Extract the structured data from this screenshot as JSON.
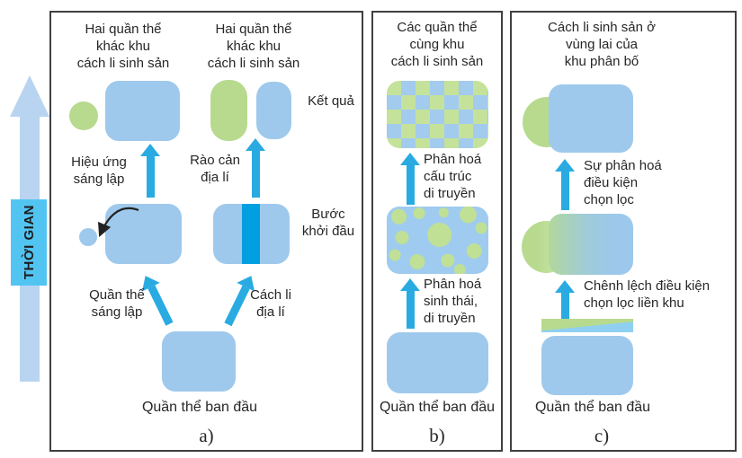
{
  "figure": {
    "type": "speciation-modes-diagram",
    "colors": {
      "arrow_cyan": "#29abe2",
      "population_blue": "#9ec9ec",
      "population_green": "#b7da8e",
      "barrier_stripe": "#00a0e0",
      "timeline_fill": "#b9d4f0",
      "timeline_label_bg": "#52c4f2",
      "text": "#272727"
    }
  },
  "timeline": {
    "label": "THỜI GIAN"
  },
  "panel_a": {
    "letter": "a)",
    "result_label_left": "Hai quần thể\nkhác khu\ncách li sinh sản",
    "result_label_right": "Hai quần thể\nkhác khu\ncách li sinh sản",
    "ket_qua": "Kết quả",
    "hieu_ung": "Hiệu ứng\nsáng lập",
    "rao_can": "Rào cản\nđịa lí",
    "buoc_khoi_dau": "Bước\nkhởi đầu",
    "quan_the_sang_lap": "Quần thể\nsáng lập",
    "cach_li_dia_li": "Cách li\nđịa lí",
    "initial": "Quần thể ban đầu"
  },
  "panel_b": {
    "letter": "b)",
    "title": "Các quần thể\ncùng khu\ncách li sinh sản",
    "arrow_upper_label": "Phân hoá\ncấu trúc\ndi truyền",
    "arrow_lower_label": "Phân hoá\nsinh thái,\ndi truyền",
    "initial": "Quần thể ban đầu"
  },
  "panel_c": {
    "letter": "c)",
    "title": "Cách li sinh sản ở\nvùng lai của\nkhu phân bố",
    "arrow_upper_label": "Sự phân hoá\nđiều kiện\nchọn lọc",
    "arrow_lower_label": "Chênh lệch điều kiện\nchọn lọc liền khu",
    "initial": "Quần thể ban đầu"
  }
}
